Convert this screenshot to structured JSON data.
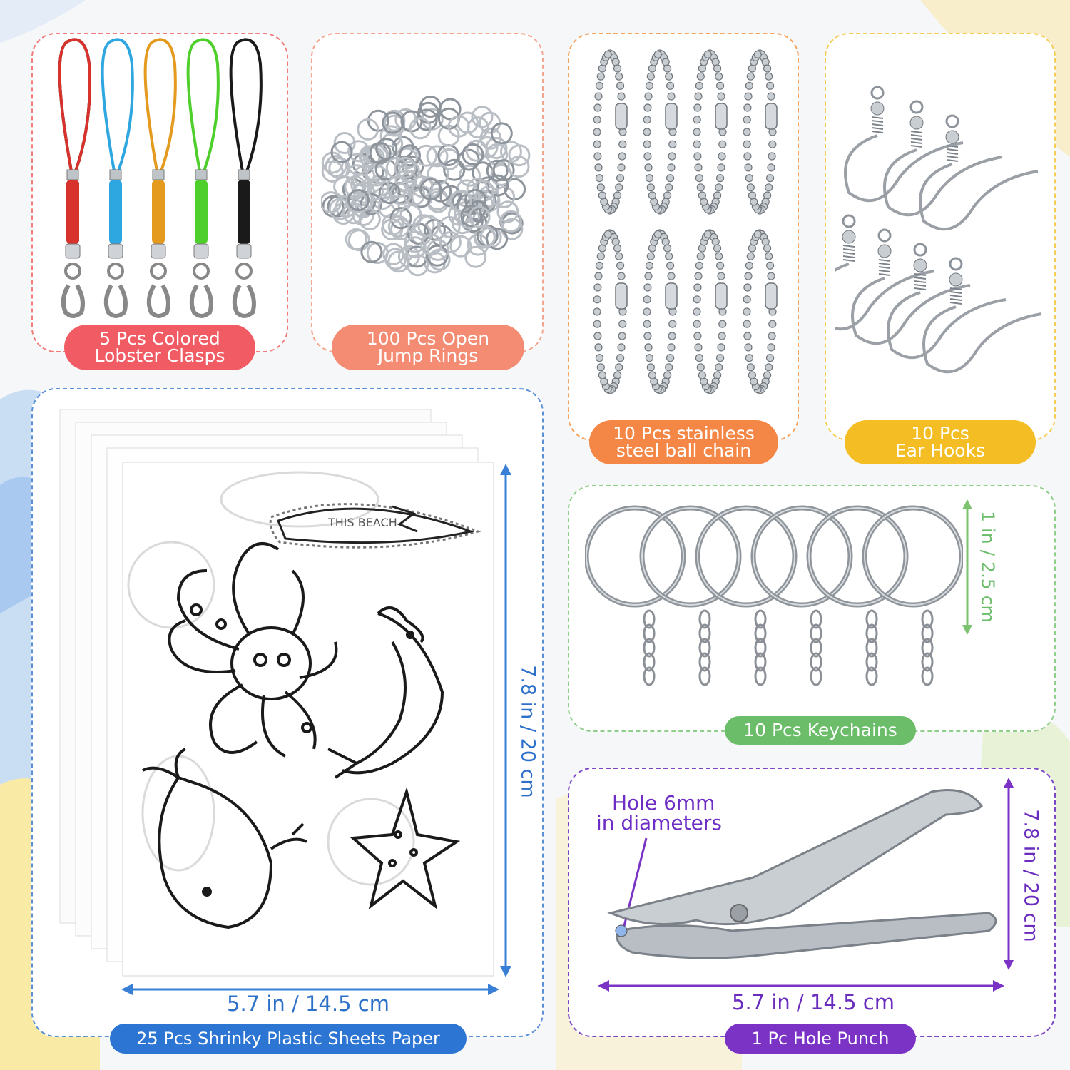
{
  "colors": {
    "red_panel": "#f07c7c",
    "salmon_panel": "#f4a58f",
    "orange_panel": "#f5a45f",
    "yellow_panel": "#f5cc55",
    "blue_panel": "#5b8fd8",
    "green_panel": "#8fcf8a",
    "purple_panel": "#7a46c6",
    "red_label": "#f15b63",
    "salmon_label": "#f48b73",
    "orange_label": "#f48746",
    "yellow_label": "#f5bd24",
    "blue_label": "#2d75d2",
    "green_label": "#6cbd6a",
    "purple_label": "#7a33c4"
  },
  "items": {
    "lobster_clasps": {
      "line1": "5 Pcs Colored",
      "line2": "Lobster Clasps"
    },
    "jump_rings": {
      "line1": "100 Pcs Open",
      "line2": "Jump Rings"
    },
    "ball_chain": {
      "line1": "10 Pcs stainless",
      "line2": "steel ball chain"
    },
    "ear_hooks": {
      "line1": "10 Pcs",
      "line2": "Ear Hooks"
    },
    "keychains": {
      "label": "10 Pcs Keychains",
      "size": "1 in / 2.5 cm"
    },
    "sheets": {
      "label": "25 Pcs Shrinky Plastic Sheets Paper",
      "width": "5.7 in / 14.5 cm",
      "height": "7.8 in / 20 cm",
      "sheet_text": "THIS BEACH"
    },
    "hole_punch": {
      "label": "1 Pc Hole Punch",
      "note_line1": "Hole 6mm",
      "note_line2": "in diameters",
      "width": "5.7 in / 14.5 cm",
      "height": "7.8 in / 20 cm"
    }
  },
  "icons": [
    "lobster-clasp-icon",
    "jump-ring-icon",
    "ball-chain-icon",
    "ear-hook-icon",
    "shrink-sheet-icon",
    "keychain-icon",
    "hole-punch-icon"
  ]
}
